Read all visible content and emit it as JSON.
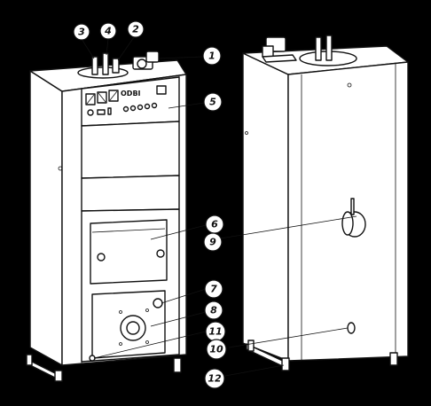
{
  "brand": {
    "text": "ODBI"
  },
  "callouts": [
    {
      "id": "c3",
      "label": "3"
    },
    {
      "id": "c4",
      "label": "4"
    },
    {
      "id": "c2",
      "label": "2"
    },
    {
      "id": "c1",
      "label": "1"
    },
    {
      "id": "c5",
      "label": "5"
    },
    {
      "id": "c6",
      "label": "6"
    },
    {
      "id": "c9",
      "label": "9"
    },
    {
      "id": "c7",
      "label": "7"
    },
    {
      "id": "c8",
      "label": "8"
    },
    {
      "id": "c11",
      "label": "11"
    },
    {
      "id": "c10",
      "label": "10"
    },
    {
      "id": "c12",
      "label": "12"
    }
  ]
}
